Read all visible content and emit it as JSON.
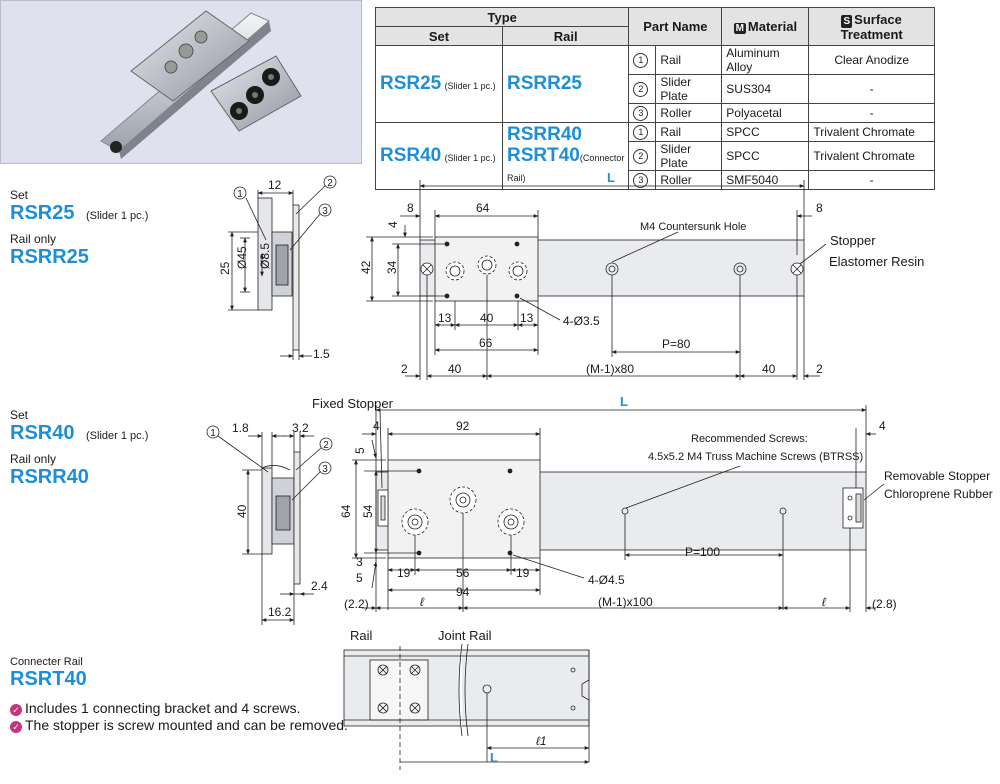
{
  "table": {
    "type_header": "Type",
    "set_header": "Set",
    "rail_header": "Rail",
    "part_header": "Part Name",
    "material_header": "Material",
    "material_icon": "M",
    "surface_icon": "S",
    "surface_header": "Surface Treatment",
    "rows": [
      {
        "set": "RSR25",
        "set_note": "(Slider 1 pc.)",
        "rail": "RSRR25",
        "rail2": "",
        "rail2_note": "",
        "parts": [
          {
            "num": "1",
            "name": "Rail",
            "material": "Aluminum Alloy",
            "surface": "Clear Anodize"
          },
          {
            "num": "2",
            "name": "Slider Plate",
            "material": "SUS304",
            "surface": "-"
          },
          {
            "num": "3",
            "name": "Roller",
            "material": "Polyacetal",
            "surface": "-"
          }
        ]
      },
      {
        "set": "RSR40",
        "set_note": "(Slider 1 pc.)",
        "rail": "RSRR40",
        "rail2": "RSRT40",
        "rail2_note": "(Connector Rail)",
        "parts": [
          {
            "num": "1",
            "name": "Rail",
            "material": "SPCC",
            "surface": "Trivalent Chromate"
          },
          {
            "num": "2",
            "name": "Slider Plate",
            "material": "SPCC",
            "surface": "Trivalent Chromate"
          },
          {
            "num": "3",
            "name": "Roller",
            "material": "SMF5040",
            "surface": "-"
          }
        ]
      }
    ]
  },
  "sec1": {
    "set_label": "Set",
    "set_model": "RSR25",
    "slider_note": "(Slider 1 pc.)",
    "rail_label": "Rail only",
    "rail_model": "RSRR25",
    "dims": {
      "d12": "12",
      "d45": "Ø45",
      "d8_5": "Ø8.5",
      "d25": "25",
      "d1_5": "1.5",
      "L": "L",
      "d8a": "8",
      "d64": "64",
      "d8b": "8",
      "d4": "4",
      "d42": "42",
      "d34": "34",
      "d13a": "13",
      "d40": "40",
      "d13b": "13",
      "d66": "66",
      "hole": "4-Ø3.5",
      "p": "P=80",
      "d2a": "2",
      "d40a": "40",
      "m": "(M-1)x80",
      "d40b": "40",
      "d2b": "2"
    },
    "countersunk": "M4 Countersunk Hole",
    "stopper": "Stopper",
    "resin": "Elastomer Resin"
  },
  "sec2": {
    "set_label": "Set",
    "set_model": "RSR40",
    "slider_note": "(Slider 1 pc.)",
    "rail_label": "Rail only",
    "rail_model": "RSRR40",
    "fixed_stopper": "Fixed Stopper",
    "dims": {
      "d1_8": "1.8",
      "d3_2": "3.2",
      "d40": "40",
      "d2_4": "2.4",
      "d16_2": "16.2",
      "L": "L",
      "d4a": "4",
      "d92": "92",
      "d4b": "4",
      "d5a": "5",
      "d54": "54",
      "d64": "64",
      "d3": "3",
      "d5b": "5",
      "d19a": "19",
      "d56": "56",
      "d19b": "19",
      "d94": "94",
      "hole": "4-Ø4.5",
      "p": "P=100",
      "d2_2": "(2.2)",
      "l1": "ℓ",
      "m": "(M-1)x100",
      "l2": "ℓ",
      "d2_8": "(2.8)"
    },
    "screws1": "Recommended Screws:",
    "screws2": "4.5x5.2  M4 Truss Machine Screws (BTRSS)",
    "removable": "Removable Stopper",
    "rubber": "Chloroprene Rubber"
  },
  "sec3": {
    "label": "Connecter Rail",
    "model": "RSRT40",
    "rail": "Rail",
    "joint": "Joint Rail",
    "l1": "ℓ1",
    "L": "L"
  },
  "notes": [
    "Includes 1 connecting bracket and 4 screws.",
    "The stopper is screw mounted and can be removed."
  ],
  "callouts": {
    "c1": "1",
    "c2": "2",
    "c3": "3"
  }
}
